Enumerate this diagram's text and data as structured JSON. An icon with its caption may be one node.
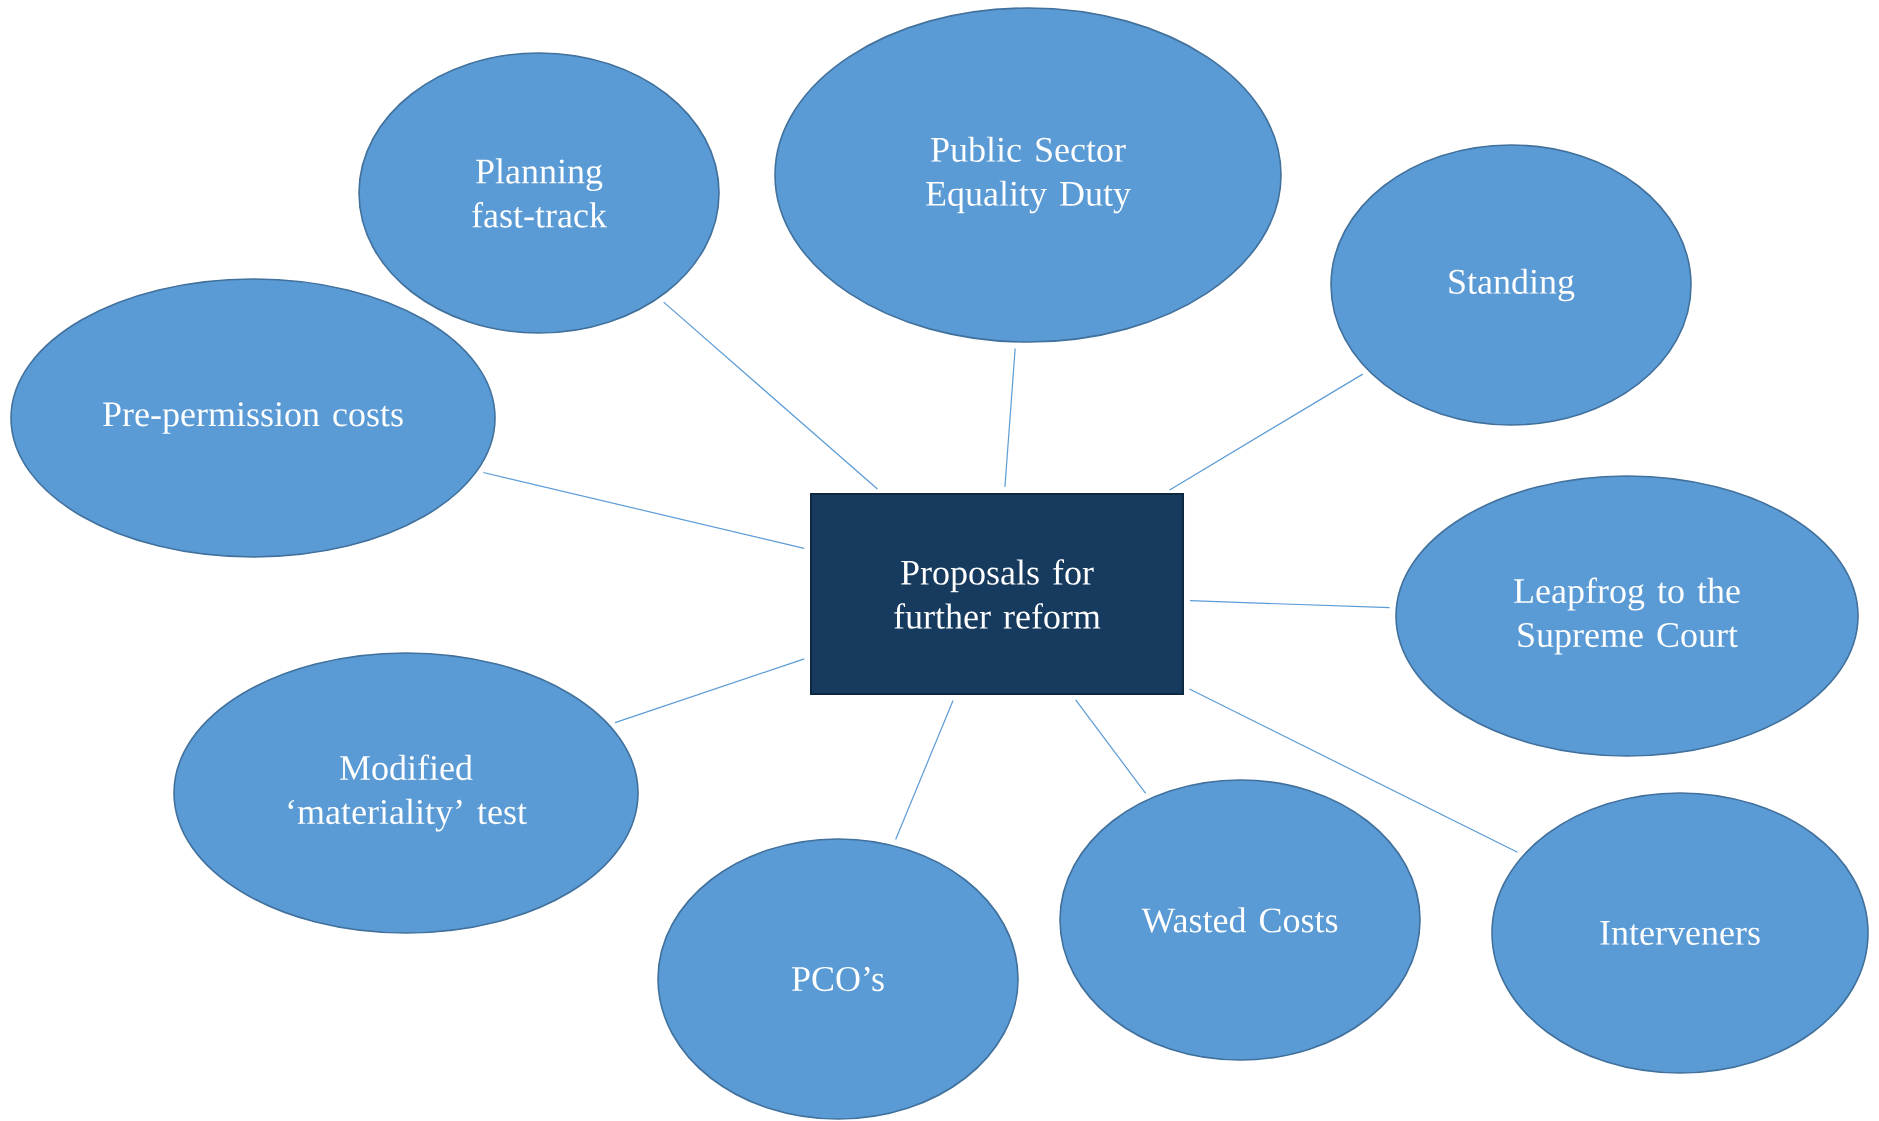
{
  "diagram": {
    "nodes": [
      {
        "text": [
          "Proposals for further reform"
        ]
      },
      {
        "text": [
          "Planning fast-track"
        ]
      },
      {
        "text": [
          "Public Sector Equality Duty"
        ]
      },
      {
        "text": [
          "Standing"
        ]
      },
      {
        "text": [
          "Pre-permission costs"
        ]
      },
      {
        "text": [
          "Leapfrog to the Supreme Court"
        ]
      },
      {
        "text": [
          "Modified ‘materiality’ test"
        ]
      },
      {
        "text": [
          "PCO’s"
        ]
      },
      {
        "text": [
          "Wasted Costs"
        ]
      },
      {
        "text": [
          "Interveners"
        ]
      }
    ],
    "edges": [
      {
        "from": 0,
        "to": 1,
        "arrow": "none"
      },
      {
        "from": 0,
        "to": 2,
        "arrow": "none"
      },
      {
        "from": 0,
        "to": 3,
        "arrow": "none"
      },
      {
        "from": 0,
        "to": 4,
        "arrow": "none"
      },
      {
        "from": 0,
        "to": 5,
        "arrow": "none"
      },
      {
        "from": 0,
        "to": 6,
        "arrow": "none"
      },
      {
        "from": 0,
        "to": 7,
        "arrow": "none"
      },
      {
        "from": 0,
        "to": 8,
        "arrow": "none"
      },
      {
        "from": 0,
        "to": 9,
        "arrow": "none"
      }
    ]
  }
}
